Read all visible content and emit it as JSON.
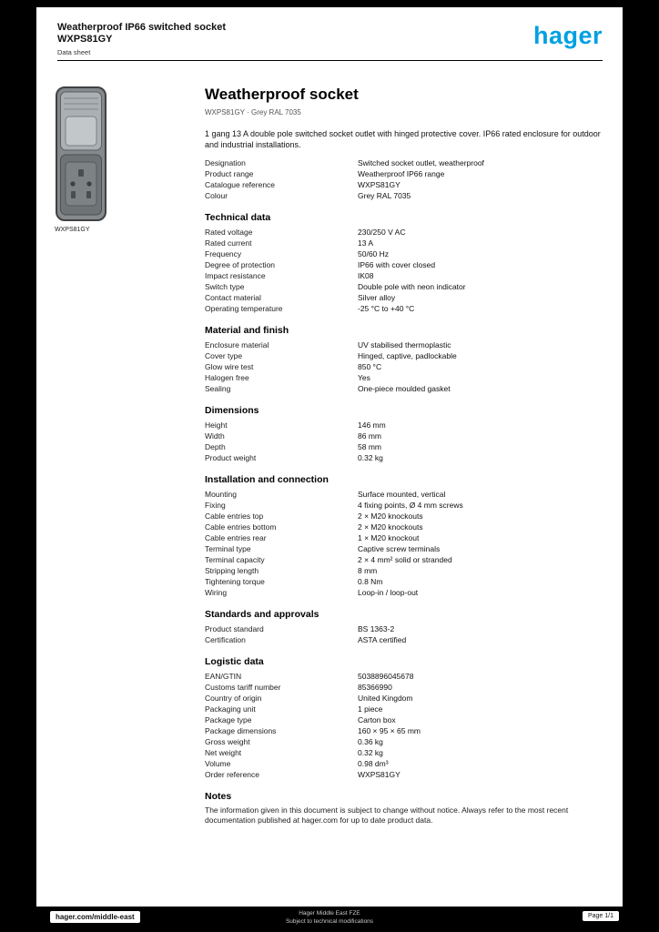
{
  "header": {
    "title_line1": "Weatherproof IP66 switched socket",
    "title_line2": "WXPS81GY",
    "title_line3": "Data sheet",
    "logo_text": "hager",
    "brand_color": "#00a0e1"
  },
  "product": {
    "heading": "Weatherproof socket",
    "subheading": "WXPS81GY · Grey RAL 7035",
    "image_caption": "WXPS81GY",
    "description": "1 gang 13 A double pole switched socket outlet with hinged protective cover. IP66 rated enclosure for outdoor and industrial installations."
  },
  "sections": [
    {
      "title": "",
      "rows": [
        {
          "label": "Designation",
          "value": "Switched socket outlet, weatherproof"
        },
        {
          "label": "Product range",
          "value": "Weatherproof IP66 range"
        },
        {
          "label": "Catalogue reference",
          "value": "WXPS81GY"
        },
        {
          "label": "Colour",
          "value": "Grey RAL 7035"
        }
      ]
    },
    {
      "title": "Technical data",
      "rows": [
        {
          "label": "Rated voltage",
          "value": "230/250 V AC"
        },
        {
          "label": "Rated current",
          "value": "13 A"
        },
        {
          "label": "Frequency",
          "value": "50/60 Hz"
        },
        {
          "label": "Degree of protection",
          "value": "IP66 with cover closed"
        },
        {
          "label": "Impact resistance",
          "value": "IK08"
        },
        {
          "label": "Switch type",
          "value": "Double pole with neon indicator"
        },
        {
          "label": "Contact material",
          "value": "Silver alloy"
        },
        {
          "label": "Operating temperature",
          "value": "-25 °C to +40 °C"
        }
      ]
    },
    {
      "title": "Material and finish",
      "rows": [
        {
          "label": "Enclosure material",
          "value": "UV stabilised thermoplastic"
        },
        {
          "label": "Cover type",
          "value": "Hinged, captive, padlockable"
        },
        {
          "label": "Glow wire test",
          "value": "850 °C"
        },
        {
          "label": "Halogen free",
          "value": "Yes"
        },
        {
          "label": "Sealing",
          "value": "One-piece moulded gasket"
        }
      ]
    },
    {
      "title": "Dimensions",
      "rows": [
        {
          "label": "Height",
          "value": "146 mm"
        },
        {
          "label": "Width",
          "value": "86 mm"
        },
        {
          "label": "Depth",
          "value": "58 mm"
        },
        {
          "label": "Product weight",
          "value": "0.32 kg"
        }
      ]
    },
    {
      "title": "Installation and connection",
      "rows": [
        {
          "label": "Mounting",
          "value": "Surface mounted, vertical"
        },
        {
          "label": "Fixing",
          "value": "4 fixing points, Ø 4 mm screws"
        },
        {
          "label": "Cable entries top",
          "value": "2 × M20 knockouts"
        },
        {
          "label": "Cable entries bottom",
          "value": "2 × M20 knockouts"
        },
        {
          "label": "Cable entries rear",
          "value": "1 × M20 knockout"
        },
        {
          "label": "Terminal type",
          "value": "Captive screw terminals"
        },
        {
          "label": "Terminal capacity",
          "value": "2 × 4 mm² solid or stranded"
        },
        {
          "label": "Stripping length",
          "value": "8 mm"
        },
        {
          "label": "Tightening torque",
          "value": "0.8 Nm"
        },
        {
          "label": "Wiring",
          "value": "Loop-in / loop-out"
        }
      ]
    },
    {
      "title": "Standards and approvals",
      "rows": [
        {
          "label": "Product standard",
          "value": "BS 1363-2"
        },
        {
          "label": "Certification",
          "value": "ASTA certified"
        }
      ]
    },
    {
      "title": "Logistic data",
      "rows": [
        {
          "label": "EAN/GTIN",
          "value": "5038896045678"
        },
        {
          "label": "Customs tariff number",
          "value": "85366990"
        },
        {
          "label": "Country of origin",
          "value": "United Kingdom"
        },
        {
          "label": "Packaging unit",
          "value": "1 piece"
        },
        {
          "label": "Package type",
          "value": "Carton box"
        },
        {
          "label": "Package dimensions",
          "value": "160 × 95 × 65 mm"
        },
        {
          "label": "Gross weight",
          "value": "0.36 kg"
        },
        {
          "label": "Net weight",
          "value": "0.32 kg"
        },
        {
          "label": "Volume",
          "value": "0.98 dm³"
        },
        {
          "label": "Order reference",
          "value": "WXPS81GY"
        }
      ]
    },
    {
      "title": "Notes",
      "note": "The information given in this document is subject to change without notice. Always refer to the most recent documentation published at hager.com for up to date product data.",
      "rows": []
    }
  ],
  "footer": {
    "website": "hager.com/middle-east",
    "center_line1": "Hager Middle East FZE",
    "center_line2": "Subject to technical modifications",
    "page_label": "Page 1/1"
  }
}
